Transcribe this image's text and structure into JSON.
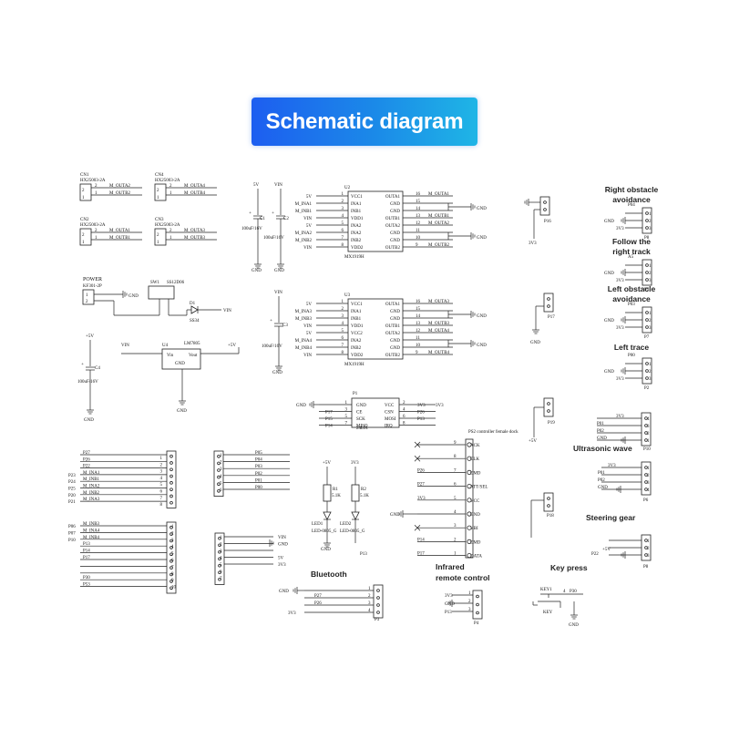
{
  "title": "Schematic diagram",
  "sections": {
    "right_obstacle": "Right obstacle avoidance",
    "follow_track": "Follow the right track",
    "left_obstacle": "Left obstacle avoidance",
    "left_trace": "Left trace",
    "ultrasonic": "Ultrasonic wave",
    "steering": "Steering gear",
    "bluetooth": "Bluetooth",
    "infrared": "Infrared remote control",
    "keypress": "Key press"
  },
  "motor_connectors": [
    {
      "ref": "CN1",
      "part": "HX25003-2A",
      "net1": "M_OUTA2",
      "net2": "M_OUTB2"
    },
    {
      "ref": "CN4",
      "part": "HX25003-2A",
      "net1": "M_OUTA4",
      "net2": "M_OUTB4"
    },
    {
      "ref": "CN2",
      "part": "HX25003-2A",
      "net1": "M_OUTA1",
      "net2": "M_OUTB1"
    },
    {
      "ref": "CN3",
      "part": "HX25003-2A",
      "net1": "M_OUTA3",
      "net2": "M_OUTB3"
    }
  ],
  "power": {
    "title": "POWER",
    "part": "KF301-2P",
    "switch": "SW1",
    "switch_part": "SS12D06",
    "diode": "D1",
    "diode_part": "SS34",
    "vin": "VIN",
    "gnd": "GND"
  },
  "caps": [
    {
      "ref": "C1",
      "value": "100uF/16V",
      "net": "5V"
    },
    {
      "ref": "C2",
      "value": "100uF/16V",
      "net": "VIN"
    },
    {
      "ref": "C3",
      "value": "100uF/16V",
      "net": "VIN"
    },
    {
      "ref": "C4",
      "value": "100uF/16V",
      "net": "+5V"
    }
  ],
  "regulator": {
    "ref": "U4",
    "part": "LM7805",
    "pin_vin": "Vin",
    "pin_vout": "Vout",
    "pin_gnd": "GND",
    "in": "VIN",
    "out": "+5V"
  },
  "drivers": [
    {
      "ref": "U2",
      "part": "MX1919H",
      "left_pins": [
        {
          "n": "1",
          "name": "VCC1",
          "net": "5V"
        },
        {
          "n": "2",
          "name": "INA1",
          "net": "M_INA1"
        },
        {
          "n": "3",
          "name": "INB1",
          "net": "M_INB1"
        },
        {
          "n": "4",
          "name": "VDD1",
          "net": "VIN"
        },
        {
          "n": "5",
          "name": "INA2",
          "net": "5V"
        },
        {
          "n": "6",
          "name": "INA2",
          "net": "M_INA2"
        },
        {
          "n": "7",
          "name": "INB2",
          "net": "M_INB2"
        },
        {
          "n": "8",
          "name": "VDD2",
          "net": "VIN"
        }
      ],
      "right_pins": [
        {
          "n": "16",
          "name": "OUTA1",
          "net": "M_OUTA1"
        },
        {
          "n": "15",
          "name": "GND",
          "net": "GND"
        },
        {
          "n": "14",
          "name": "GND",
          "net": ""
        },
        {
          "n": "13",
          "name": "OUTB1",
          "net": "M_OUTB1"
        },
        {
          "n": "12",
          "name": "OUTA2",
          "net": "M_OUTA2"
        },
        {
          "n": "11",
          "name": "GND",
          "net": ""
        },
        {
          "n": "10",
          "name": "GND",
          "net": "GND"
        },
        {
          "n": "9",
          "name": "OUTB2",
          "net": "M_OUTB2"
        }
      ]
    },
    {
      "ref": "U3",
      "part": "MX1919H",
      "left_pins": [
        {
          "n": "1",
          "name": "VCC1",
          "net": "5V"
        },
        {
          "n": "2",
          "name": "INA1",
          "net": "M_INA3"
        },
        {
          "n": "3",
          "name": "INB1",
          "net": "M_INB3"
        },
        {
          "n": "4",
          "name": "VDD1",
          "net": "VIN"
        },
        {
          "n": "5",
          "name": "VCC2",
          "net": "5V"
        },
        {
          "n": "6",
          "name": "INA2",
          "net": "M_INA4"
        },
        {
          "n": "7",
          "name": "INB2",
          "net": "M_INB4"
        },
        {
          "n": "8",
          "name": "VDD2",
          "net": "VIN"
        }
      ],
      "right_pins": [
        {
          "n": "16",
          "name": "OUTA1",
          "net": "M_OUTA3"
        },
        {
          "n": "15",
          "name": "GND",
          "net": "GND"
        },
        {
          "n": "14",
          "name": "GND",
          "net": ""
        },
        {
          "n": "13",
          "name": "OUTB1",
          "net": "M_OUTB3"
        },
        {
          "n": "12",
          "name": "OUTA2",
          "net": "M_OUTA4"
        },
        {
          "n": "11",
          "name": "GND",
          "net": ""
        },
        {
          "n": "10",
          "name": "GND",
          "net": "GND"
        },
        {
          "n": "9",
          "name": "OUTB2",
          "net": "M_OUTB4"
        }
      ]
    }
  ],
  "p16": {
    "ref": "P16",
    "gnd": "GND",
    "pwr": "3V3"
  },
  "p17": {
    "ref": "P17",
    "gnd": "GND"
  },
  "p19": {
    "ref": "P19",
    "pwr": "+5V"
  },
  "p18": {
    "ref": "P18"
  },
  "radio": {
    "ref": "P1",
    "part": "24L01",
    "left": [
      {
        "n": "1",
        "name": "GND",
        "net": "GND"
      },
      {
        "n": "3",
        "name": "CE",
        "net": "P17"
      },
      {
        "n": "5",
        "name": "SCK",
        "net": "P15"
      },
      {
        "n": "7",
        "name": "MISO",
        "net": "P14"
      }
    ],
    "right": [
      {
        "n": "2",
        "name": "VCC",
        "net": "3V3"
      },
      {
        "n": "4",
        "name": "CSN",
        "net": "P26"
      },
      {
        "n": "6",
        "name": "MOSI",
        "net": "P13"
      },
      {
        "n": "8",
        "name": "IRQ",
        "net": ""
      }
    ]
  },
  "header8": [
    {
      "net": "P27",
      "label": "P27",
      "n": "1"
    },
    {
      "net": "P26",
      "label": "P26",
      "n": "2"
    },
    {
      "net": "P22",
      "label": "P22",
      "n": "3"
    },
    {
      "net": "M_INA1",
      "label": "P23",
      "n": "4"
    },
    {
      "net": "M_INB1",
      "label": "P24",
      "n": "5"
    },
    {
      "net": "M_INA2",
      "label": "P25",
      "n": "6"
    },
    {
      "net": "M_INB2",
      "label": "P20",
      "n": "7"
    },
    {
      "net": "M_INA3",
      "label": "P21",
      "n": "8"
    }
  ],
  "header10": [
    {
      "net": "M_INB3",
      "label": "P06",
      "n": "1"
    },
    {
      "net": "M_INA4",
      "label": "P07",
      "n": "2"
    },
    {
      "net": "M_INB4",
      "label": "P10",
      "n": "3"
    },
    {
      "net": "P13",
      "label": "",
      "n": "4"
    },
    {
      "net": "P14",
      "label": "",
      "n": "5"
    },
    {
      "net": "P17",
      "label": "",
      "n": "6"
    },
    {
      "net": "",
      "label": "",
      "n": "7"
    },
    {
      "net": "",
      "label": "",
      "n": "8"
    },
    {
      "net": "P30",
      "label": "",
      "n": "9"
    },
    {
      "net": "P53",
      "label": "",
      "n": "10"
    }
  ],
  "header6": {
    "nets": [
      "P05",
      "P04",
      "P03",
      "P02",
      "P01",
      "P00"
    ],
    "nums": [
      "1",
      "2",
      "3",
      "4",
      "5",
      "6"
    ]
  },
  "header7": {
    "nets": [
      "VIN",
      "GND",
      "",
      "5V",
      "3V3",
      "",
      ""
    ],
    "nums": [
      "1",
      "2",
      "3",
      "4",
      "5",
      "6",
      "7"
    ]
  },
  "leds": [
    {
      "supply": "+5V",
      "res": "R1",
      "res_val": "5.1K",
      "led": "LED1",
      "led_part": "LED-0805_G",
      "gnd": "GND"
    },
    {
      "supply": "3V3",
      "res": "R2",
      "res_val": "5.1K",
      "led": "LED2",
      "led_part": "LED-0805_G",
      "net": "P13"
    }
  ],
  "bluetooth": {
    "ref": "P3",
    "nets": [
      "GND",
      "P27",
      "P26",
      "3V3"
    ],
    "nums": [
      "1",
      "2",
      "3",
      "4"
    ]
  },
  "ps2": {
    "ref": "PS2 controller female dock",
    "pins": [
      {
        "n": "9",
        "name": "ACK",
        "net": "x"
      },
      {
        "n": "8",
        "name": "CLK",
        "net": "x"
      },
      {
        "n": "7",
        "name": "CMD",
        "net": "P26"
      },
      {
        "n": "6",
        "name": "ATT/SEL",
        "net": "P27"
      },
      {
        "n": "5",
        "name": "VCC",
        "net": "3V3"
      },
      {
        "n": "4",
        "name": "GND",
        "net": "GND"
      },
      {
        "n": "3",
        "name": "VBI",
        "net": "x"
      },
      {
        "n": "2",
        "name": "CMD",
        "net": "P14"
      },
      {
        "n": "1",
        "name": "DATA",
        "net": "P17"
      }
    ]
  },
  "infrared": {
    "ref": "P4",
    "nets": [
      "3V3",
      "GND",
      "P13"
    ],
    "nums": [
      "1",
      "2",
      "3"
    ],
    "n1": "1"
  },
  "sensors": [
    {
      "ref": "P8",
      "label": "P04",
      "nets": [
        "GND",
        "3V3"
      ],
      "nums": [
        "1",
        "2",
        "3"
      ]
    },
    {
      "ref": "P5",
      "label": "A5",
      "nets": [
        "GND",
        "3V3"
      ],
      "nums": [
        "1",
        "2",
        "3"
      ]
    },
    {
      "ref": "P7",
      "label": "P03",
      "nets": [
        "GND",
        "3V3"
      ],
      "nums": [
        "1",
        "2",
        "3"
      ]
    },
    {
      "ref": "P2",
      "label": "P00",
      "nets": [
        "GND",
        "3V3"
      ],
      "nums": [
        "1",
        "2",
        "3"
      ]
    }
  ],
  "ultrasonic": {
    "ref": "P10",
    "nets": [
      "3V3",
      "P01",
      "P02",
      "GND"
    ],
    "nums": [
      "4",
      "3",
      "2",
      "1"
    ]
  },
  "p6": {
    "ref": "P6",
    "nets": [
      "3V3",
      "P01",
      "P02",
      "GND"
    ],
    "nums": [
      "1",
      "2",
      "3",
      "4"
    ]
  },
  "steering": {
    "ref": "P8",
    "nets": [
      "P22",
      "+5V",
      "GND"
    ],
    "nums": [
      "1",
      "2",
      "3"
    ]
  },
  "key": {
    "ref": "KEY1",
    "name": "KEY",
    "pins": [
      "4",
      "P30"
    ],
    "gnd": "GND"
  }
}
